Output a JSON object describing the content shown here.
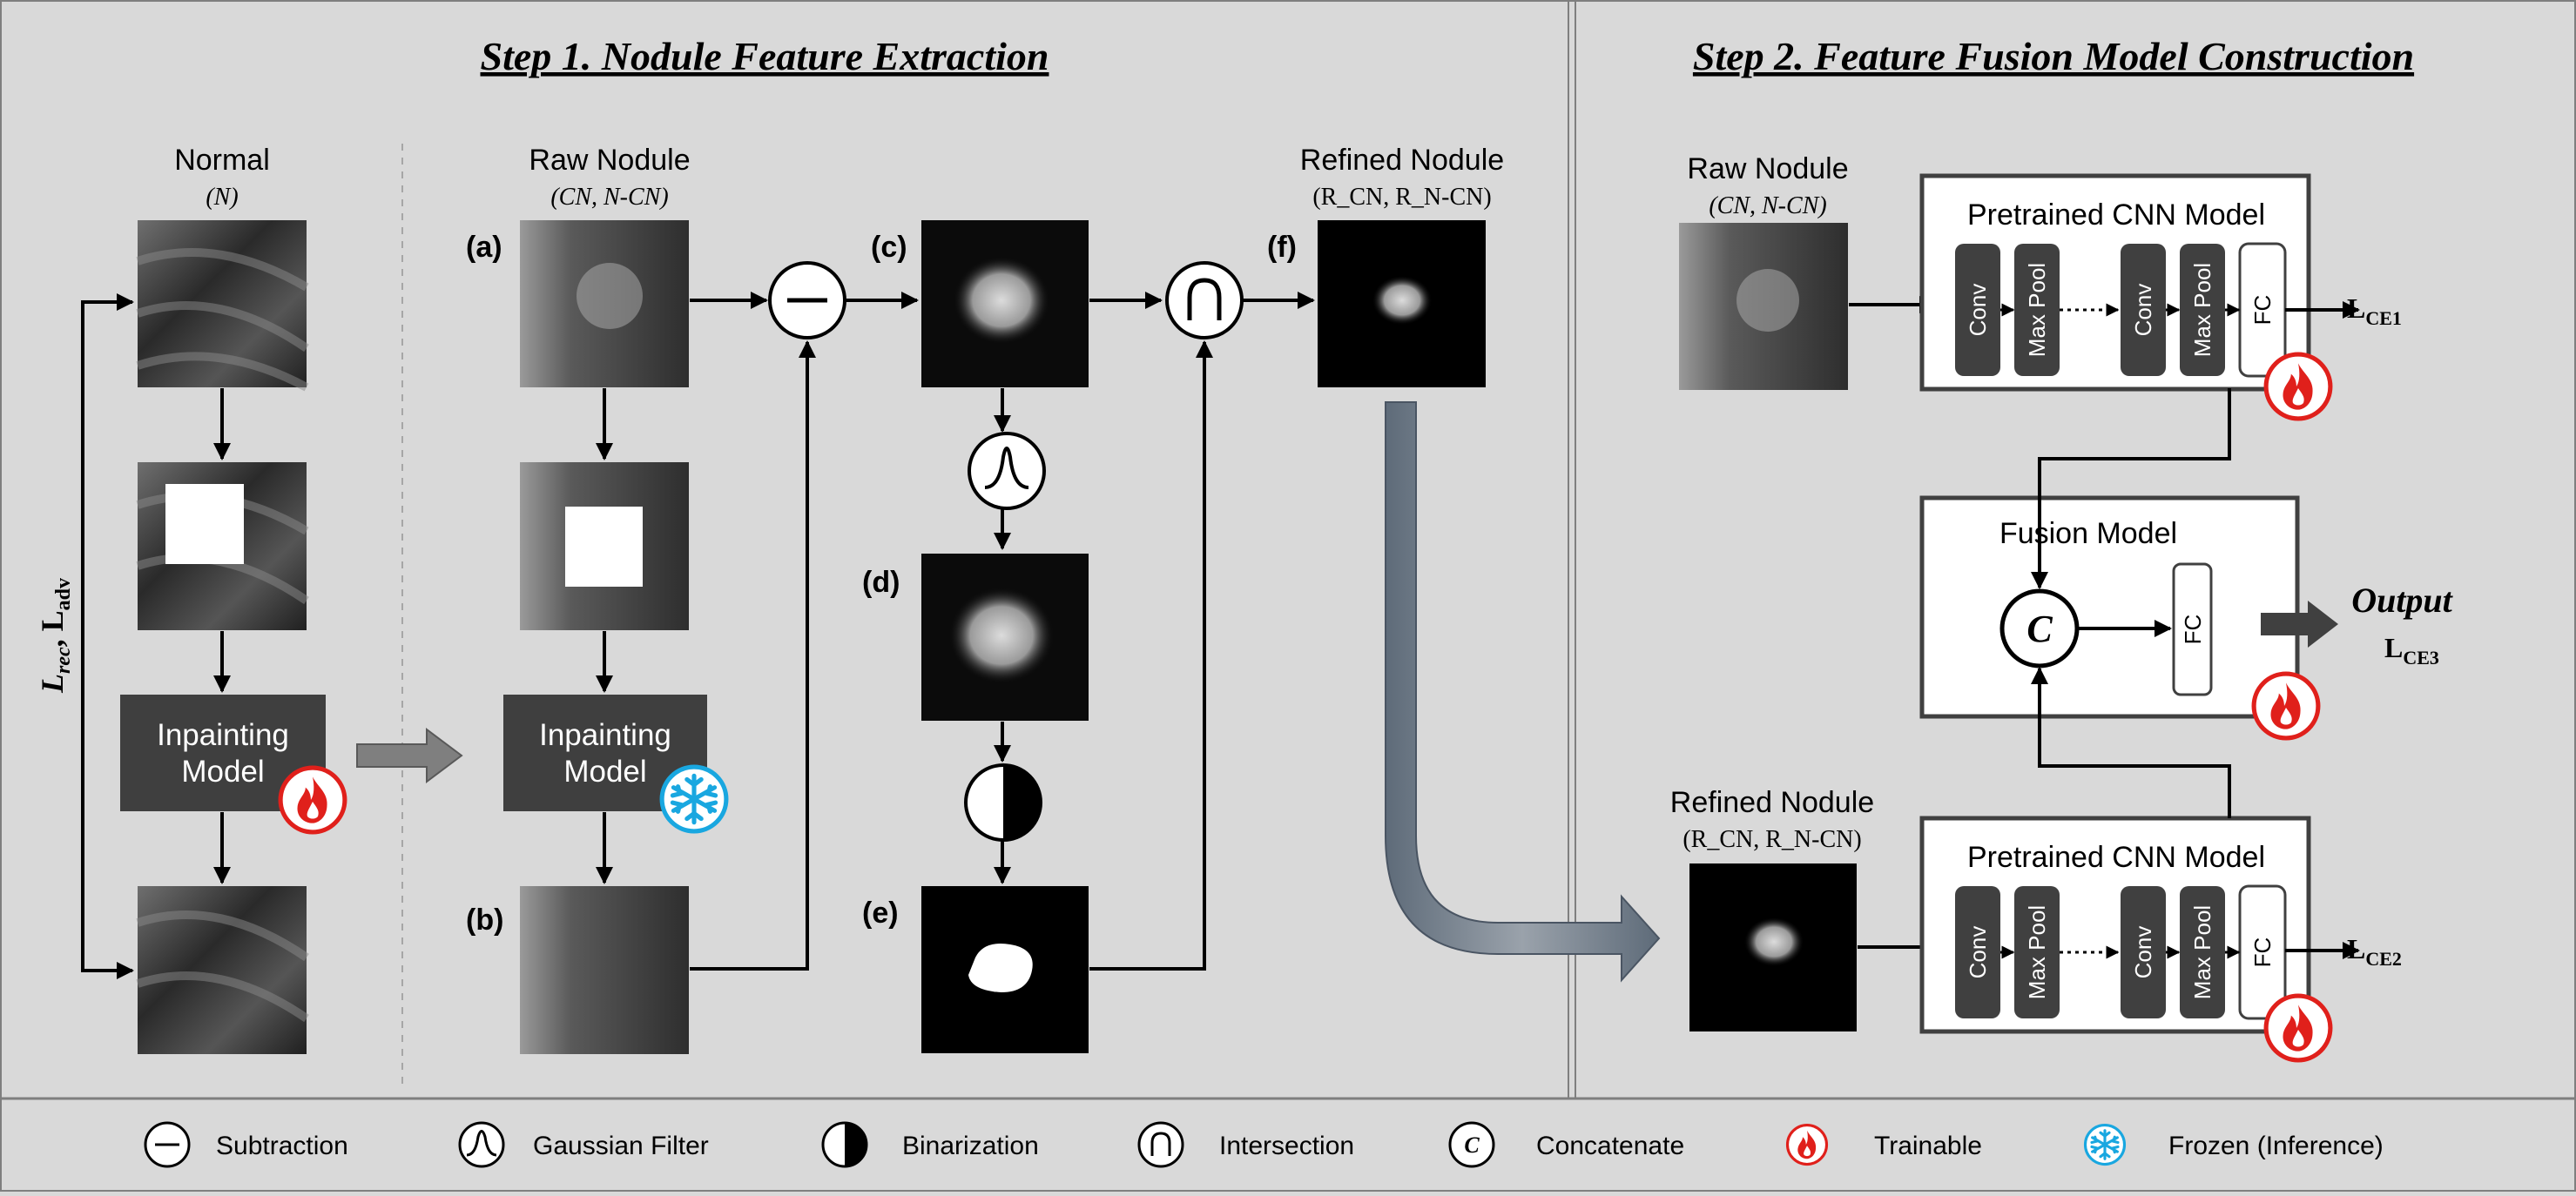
{
  "step1": {
    "title": "Step 1. Nodule Feature Extraction",
    "normal_label": "Normal",
    "normal_sub": "(N)",
    "raw_label": "Raw Nodule",
    "raw_sub": "(CN, N-CN)",
    "refined_label": "Refined Nodule",
    "refined_sub": "(R_CN, R_N-CN)",
    "loss_label": "L",
    "loss_sub": "rec",
    "loss_rest": ", L",
    "loss_sub2": "adv",
    "inpaint1_line1": "Inpainting",
    "inpaint1_line2": "Model",
    "inpaint2_line1": "Inpainting",
    "inpaint2_line2": "Model",
    "tag_a": "(a)",
    "tag_b": "(b)",
    "tag_c": "(c)",
    "tag_d": "(d)",
    "tag_e": "(e)",
    "tag_f": "(f)"
  },
  "step2": {
    "title": "Step 2. Feature Fusion Model Construction",
    "raw_label": "Raw Nodule",
    "raw_sub": "(CN, N-CN)",
    "refined_label": "Refined Nodule",
    "refined_sub": "(R_CN, R_N-CN)",
    "cnn_title_top": "Pretrained CNN Model",
    "cnn_title_bottom": "Pretrained CNN Model",
    "fusion_title": "Fusion Model",
    "conv": "Conv",
    "maxpool": "Max Pool",
    "fc": "FC",
    "output": "Output",
    "concat_symbol": "C",
    "loss1_main": "L",
    "loss1_sub": "CE1",
    "loss2_main": "L",
    "loss2_sub": "CE2",
    "loss3_main": "L",
    "loss3_sub": "CE3"
  },
  "legend": {
    "subtraction": "Subtraction",
    "gaussian": "Gaussian Filter",
    "binarization": "Binarization",
    "intersection": "Intersection",
    "concatenate": "Concatenate",
    "trainable": "Trainable",
    "frozen": "Frozen (Inference)"
  },
  "icons": {
    "trainable": "flame-icon",
    "frozen": "snowflake-icon"
  },
  "colors": {
    "background": "#d9d9d9",
    "dark_box": "#3f3f3f",
    "trainable": "#e0201b",
    "frozen": "#19a7e0",
    "arrow_gray": "#7f7f7f"
  }
}
